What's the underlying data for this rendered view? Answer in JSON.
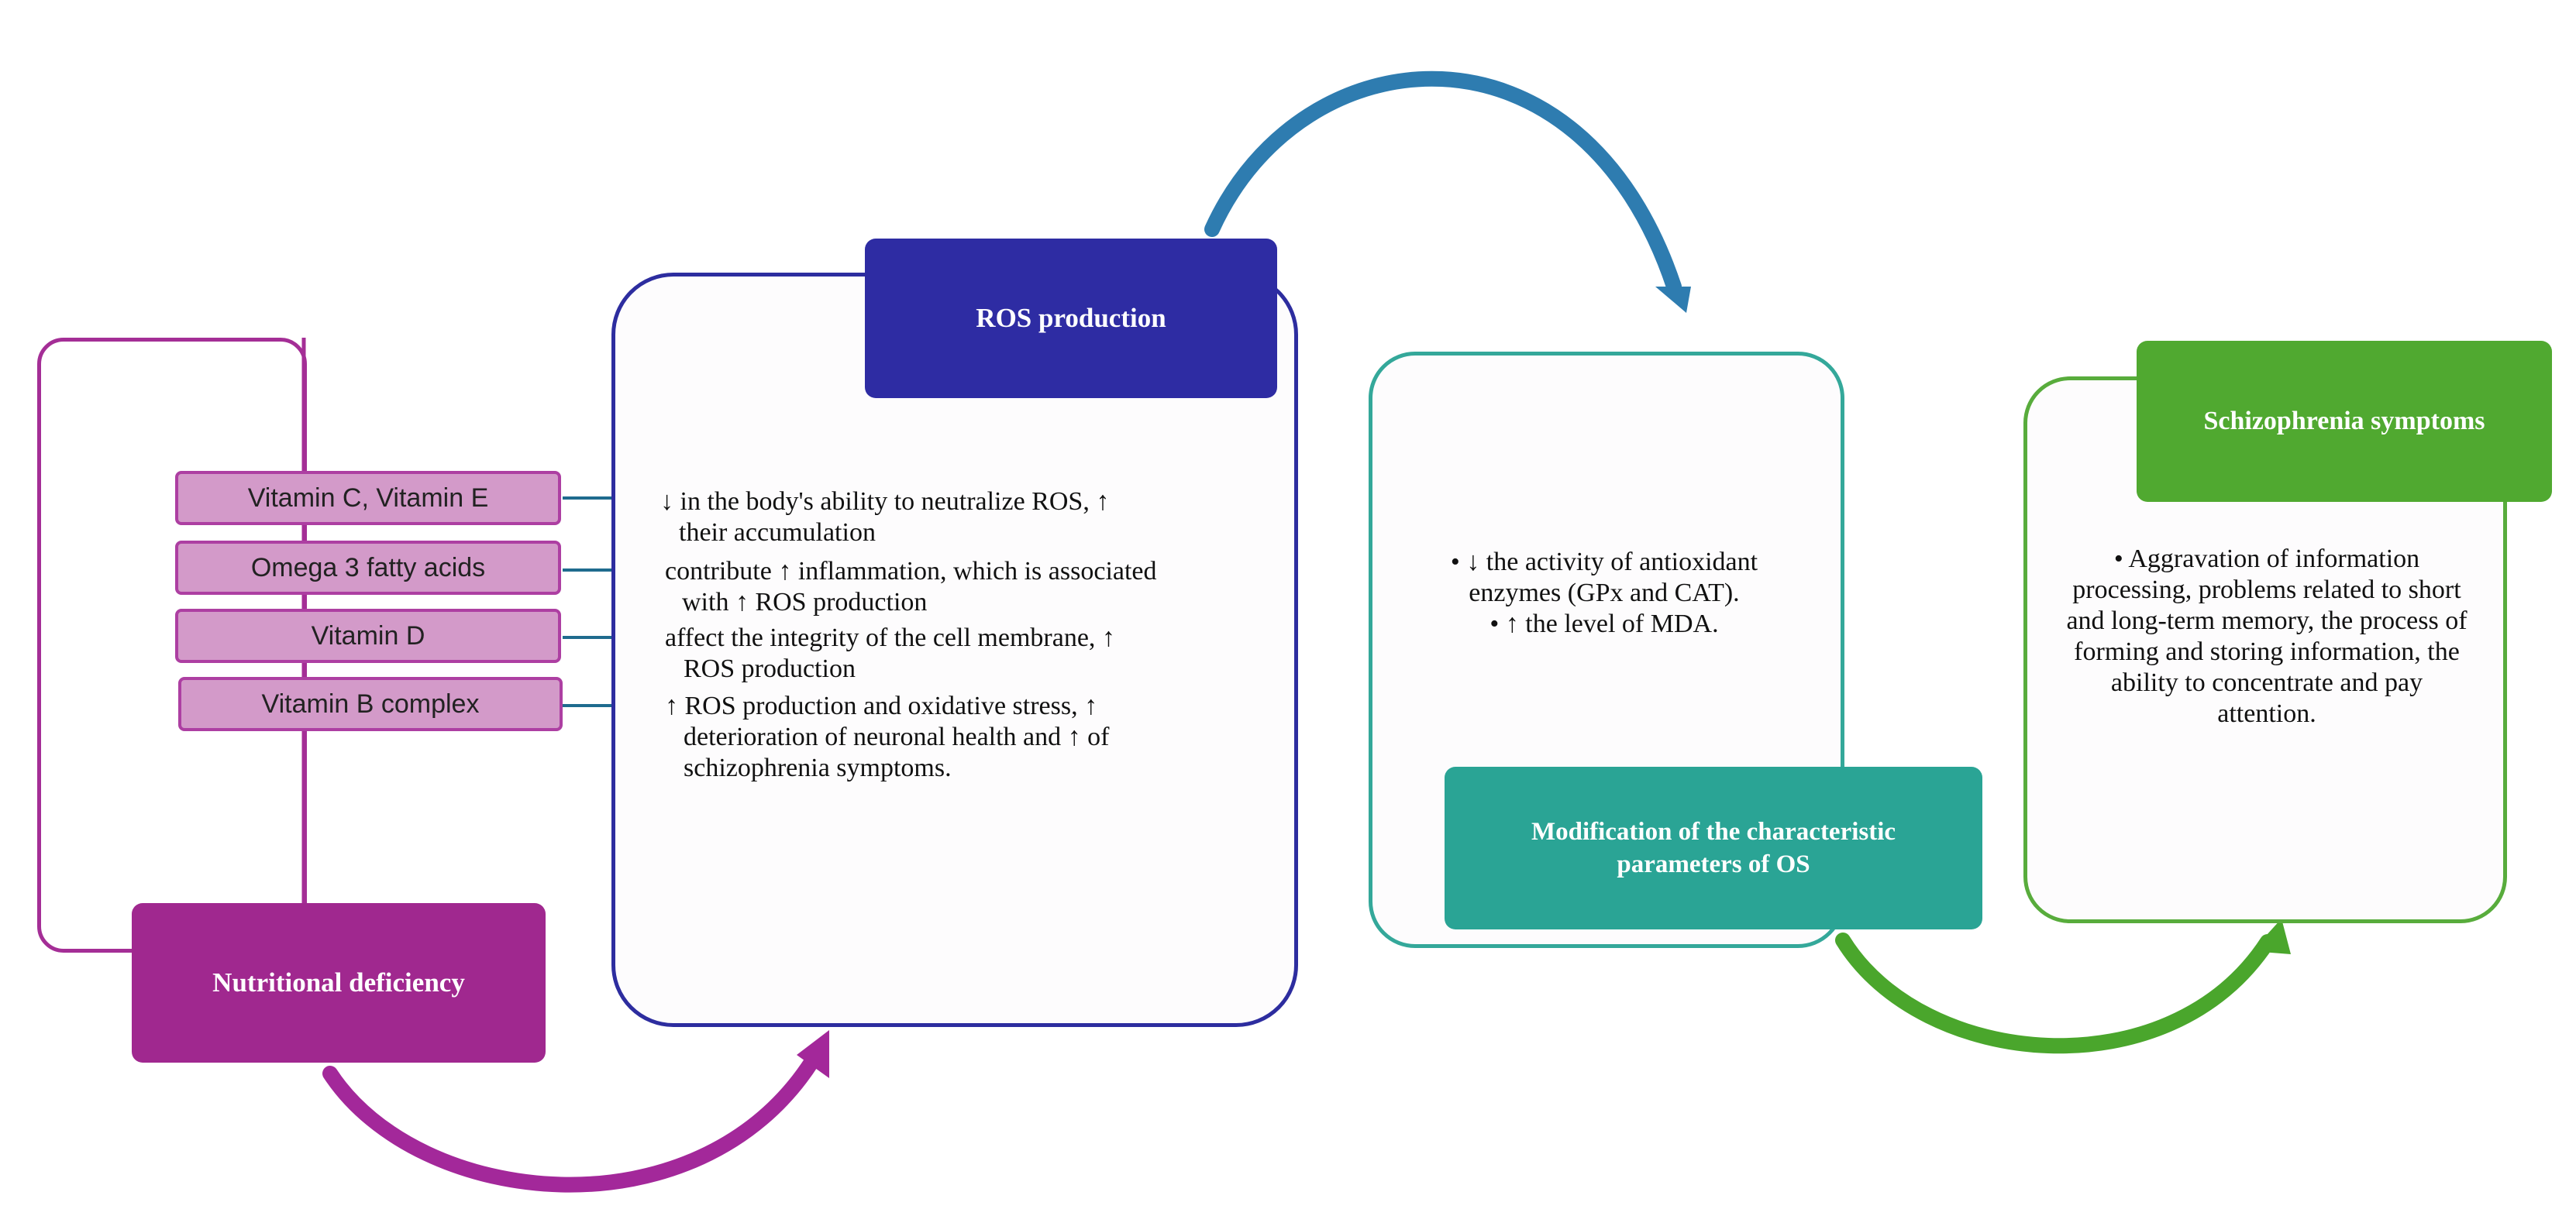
{
  "colors": {
    "nutrition": "#a0288f",
    "ros": "#2e2ca3",
    "os": "#2aa495",
    "schizophrenia": "#50a930",
    "pill_fill": "#d39ac9",
    "link_arrow": "#1f6b8e",
    "ros_to_os_arrow": "#2e7cb0"
  },
  "nutrition": {
    "title": "Nutritional deficiency",
    "deficiencies": [
      {
        "label": "Vitamin C, Vitamin E",
        "effect_first": "↓ in the body's ability to neutralize ROS, ↑",
        "effect_rest": "their accumulation"
      },
      {
        "label": "Omega 3 fatty acids",
        "effect_first": "contribute ↑ inflammation, which is associated",
        "effect_rest": "with ↑ ROS production"
      },
      {
        "label": "Vitamin D",
        "effect_first": "affect the integrity of the cell membrane, ↑",
        "effect_rest": "ROS production"
      },
      {
        "label": "Vitamin B complex",
        "effect_first": "↑ ROS production and oxidative stress, ↑",
        "effect_rest": "deterioration of neuronal health and ↑ of schizophrenia symptoms."
      }
    ]
  },
  "ros": {
    "title": "ROS production"
  },
  "os": {
    "title": "Modification of the characteristic parameters of OS",
    "items": [
      "• ↓ the activity of antioxidant enzymes (GPx and CAT).",
      "• ↑ the level of MDA."
    ]
  },
  "schizophrenia": {
    "title": "Schizophrenia symptoms",
    "items": [
      "• Aggravation of information processing, problems related to short and long-term memory, the process of forming and storing information, the ability to concentrate and pay attention."
    ]
  }
}
